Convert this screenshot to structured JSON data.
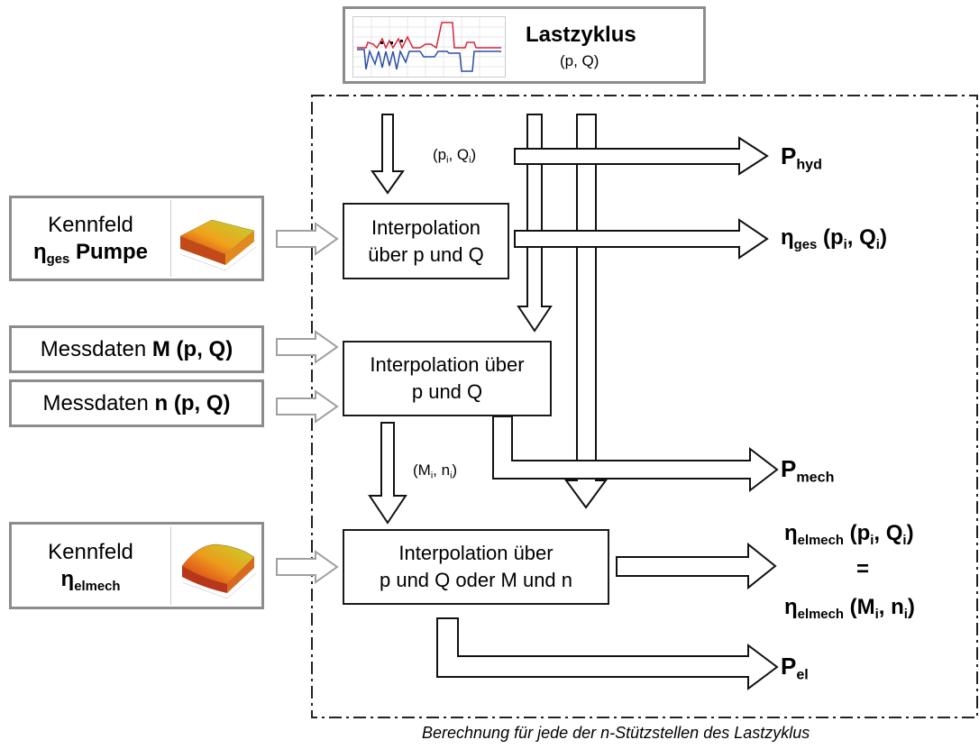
{
  "load_cycle": {
    "title": "Lastzyklus",
    "subtitle": "(p, Q)"
  },
  "inputs": {
    "map_pump": {
      "line1": "Kennfeld",
      "eta": "η",
      "eta_sub": "ges",
      "rest": " Pumpe"
    },
    "meas_M": {
      "prefix": "Messdaten ",
      "bold": "M (p, Q)"
    },
    "meas_n": {
      "prefix": "Messdaten ",
      "bold": "n (p, Q)"
    },
    "map_motor": {
      "line1": "Kennfeld",
      "eta": "η",
      "eta_sub": "elmech"
    }
  },
  "processes": {
    "interp1": {
      "line1": "Interpolation",
      "line2": "über p und Q"
    },
    "interp2": {
      "line1": "Interpolation über",
      "line2": "p und Q"
    },
    "interp3": {
      "line1": "Interpolation über",
      "line2": "p und Q oder M und n"
    }
  },
  "labels": {
    "pq_i": {
      "open": "(p",
      "s1": "i",
      "mid": ", Q",
      "s2": "i",
      "close": ")"
    },
    "mn_i": {
      "open": "(M",
      "s1": "i",
      "mid": ", n",
      "s2": "i",
      "close": ")"
    }
  },
  "outputs": {
    "p_hyd": {
      "main": "P",
      "sub": "hyd"
    },
    "eta_ges": {
      "eta": "η",
      "sub": "ges",
      "a": " (p",
      "s1": "i",
      "b": ", Q",
      "s2": "i",
      "c": ")"
    },
    "p_mech": {
      "main": "P",
      "sub": "mech"
    },
    "eta_elmech_1": {
      "eta": "η",
      "sub": "elmech",
      "a": " (p",
      "s1": "i",
      "b": ", Q",
      "s2": "i",
      "c": ")"
    },
    "equals": "=",
    "eta_elmech_2": {
      "eta": "η",
      "sub": "elmech",
      "a": " (M",
      "s1": "i",
      "b": ", n",
      "s2": "i",
      "c": ")"
    },
    "p_el": {
      "main": "P",
      "sub": "el"
    }
  },
  "footer_caption": "Berechnung für jede der n-Stützstellen des Lastzyklus"
}
